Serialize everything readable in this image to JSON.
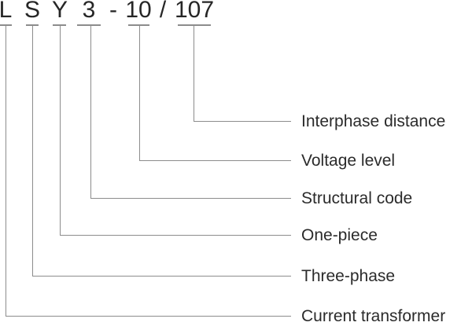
{
  "figure": {
    "background_color": "#ffffff",
    "line_color": "#8c8c8c",
    "text_color": "#2b2b2b"
  },
  "code": {
    "tokens": [
      "L",
      "S",
      "Y",
      "3",
      "-",
      "10",
      "/",
      "107"
    ]
  },
  "mappings": [
    {
      "symbol": "107",
      "label": "Interphase distance"
    },
    {
      "symbol": "10",
      "label": "Voltage level"
    },
    {
      "symbol": "3",
      "label": "Structural code"
    },
    {
      "symbol": "Y",
      "label": "One-piece"
    },
    {
      "symbol": "S",
      "label": "Three-phase"
    },
    {
      "symbol": "L",
      "label": "Current transformer"
    }
  ]
}
